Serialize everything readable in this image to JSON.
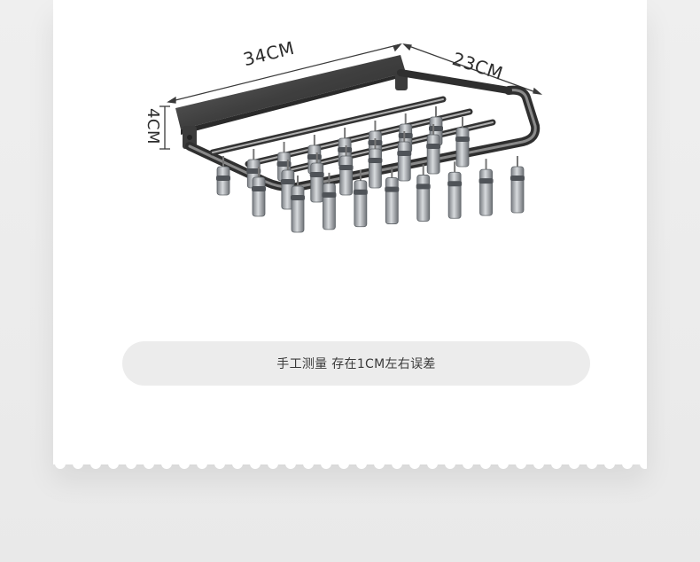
{
  "dimensions": {
    "width_label": "34CM",
    "depth_label": "23CM",
    "height_label": "4CM"
  },
  "note": {
    "text": "手工测量 存在1CM左右误差"
  },
  "product": {
    "image_icon": "clothes-drying-rack-with-clips-icon"
  },
  "colors": {
    "page_bg": "#ececec",
    "card_bg": "#ffffff",
    "pill_bg": "#ececec",
    "text": "#3a3a3a",
    "rack_dark": "#4a4a4a",
    "clip_metal": "#9aa0a6"
  }
}
